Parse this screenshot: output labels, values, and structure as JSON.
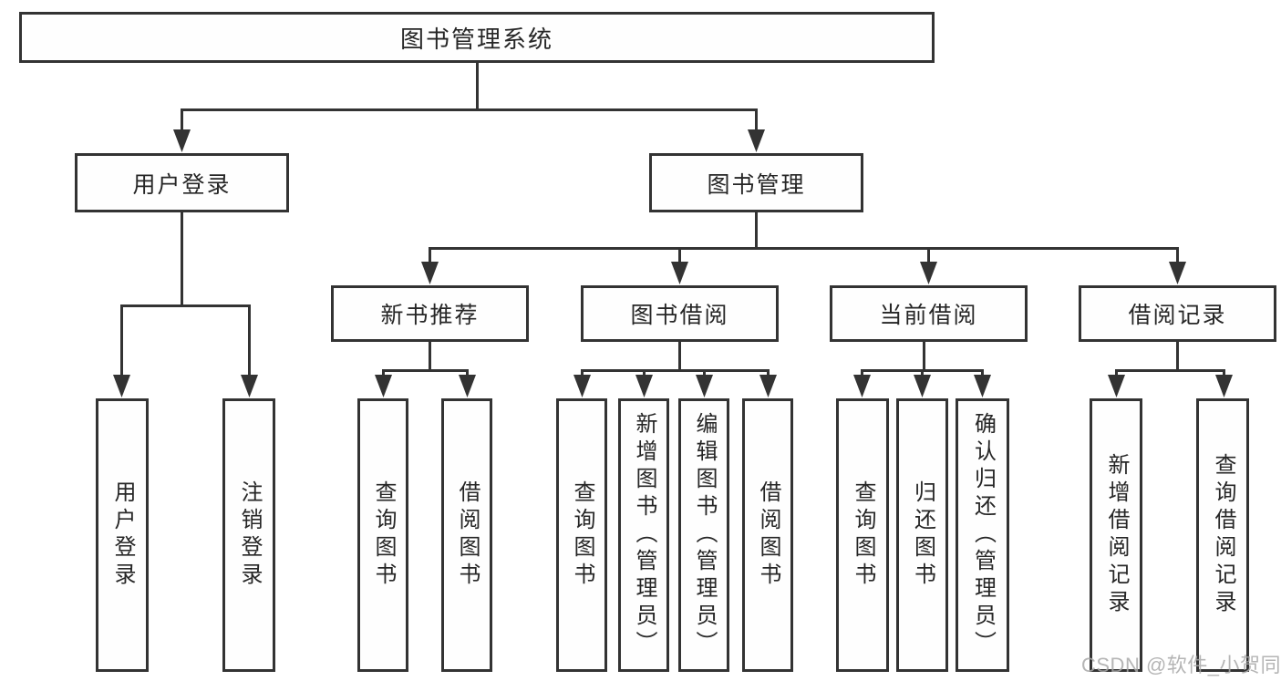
{
  "diagram": {
    "colors": {
      "line": "#333333",
      "box_border": "#333333",
      "box_background": "#ffffff",
      "text": "#262626",
      "watermark": "#a8a8a8"
    },
    "watermark": "CSDN @软件_小贺同学",
    "tree": {
      "root": {
        "label": "图书管理系统",
        "children": [
          {
            "label": "用户登录",
            "children": [
              {
                "label": "用户登录"
              },
              {
                "label": "注销登录"
              }
            ]
          },
          {
            "label": "图书管理",
            "children": [
              {
                "label": "新书推荐",
                "children": [
                  {
                    "label": "查询图书"
                  },
                  {
                    "label": "借阅图书"
                  }
                ]
              },
              {
                "label": "图书借阅",
                "children": [
                  {
                    "label": "查询图书"
                  },
                  {
                    "label": "新增图书（管理员）"
                  },
                  {
                    "label": "编辑图书（管理员）"
                  },
                  {
                    "label": "借阅图书"
                  }
                ]
              },
              {
                "label": "当前借阅",
                "children": [
                  {
                    "label": "查询图书"
                  },
                  {
                    "label": "归还图书"
                  },
                  {
                    "label": "确认归还（管理员）"
                  }
                ]
              },
              {
                "label": "借阅记录",
                "children": [
                  {
                    "label": "新增借阅记录"
                  },
                  {
                    "label": "查询借阅记录"
                  }
                ]
              }
            ]
          }
        ]
      }
    }
  }
}
